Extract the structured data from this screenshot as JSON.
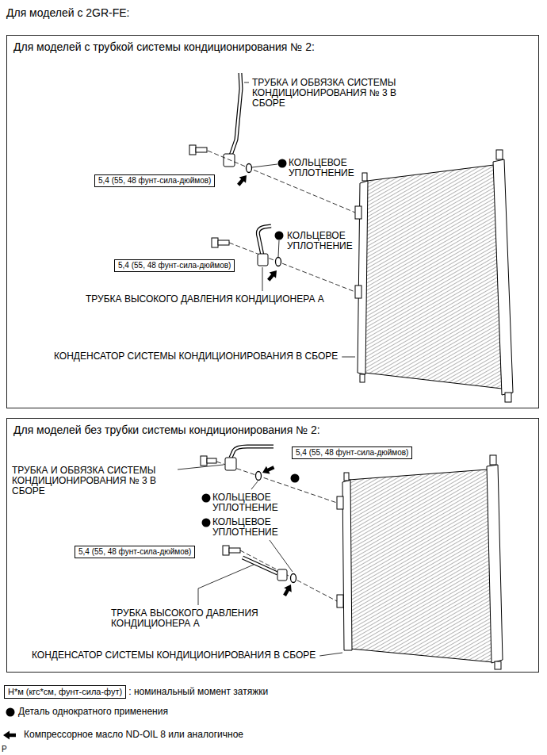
{
  "diagram": {
    "title": "Для моделей с 2GR-FE:",
    "nodes": [
      {
        "text": [
          "Для моделей с трубкой системы кондиционирования № 2:"
        ]
      },
      {
        "text": [
          "5,4 (55, 48 фунт-сила-дюймов)"
        ],
        "in": 0
      },
      {
        "text": [
          "5,4 (55, 48 фунт-сила-дюймов)"
        ],
        "in": 0
      },
      {
        "text": [
          "Для моделей без трубки системы кондиционирования № 2:"
        ]
      },
      {
        "text": [
          "5,4 (55, 48 фунт-сила-дюймов)"
        ],
        "in": 3
      },
      {
        "text": [
          "5,4 (55, 48 фунт-сила-дюймов)"
        ],
        "in": 3
      },
      {
        "text": [
          "Н*м (кгс*см, фунт-сила-фут)"
        ]
      }
    ],
    "labels": [
      "ТРУБКА И ОБВЯЗКА СИСТЕМЫ КОНДИЦИОНИРОВАНИЯ № 3 В СБОРЕ",
      "КОЛЬЦЕВОЕ УПЛОТНЕНИЕ",
      "КОЛЬЦЕВОЕ УПЛОТНЕНИЕ",
      "ТРУБКА ВЫСОКОГО ДАВЛЕНИЯ КОНДИЦИОНЕРА А",
      "КОНДЕНСАТОР СИСТЕМЫ КОНДИЦИОНИРОВАНИЯ В СБОРЕ",
      "ТРУБКА И ОБВЯЗКА СИСТЕМЫ КОНДИЦИОНИРОВАНИЯ № 3 В СБОРЕ",
      "КОЛЬЦЕВОЕ УПЛОТНЕНИЕ",
      "КОЛЬЦЕВОЕ УПЛОТНЕНИЕ",
      "ТРУБКА ВЫСОКОГО ДАВЛЕНИЯ КОНДИЦИОНЕРА А",
      "КОНДЕНСАТОР СИСТЕМЫ КОНДИЦИОНИРОВАНИЯ В СБОРЕ",
      "P"
    ],
    "legend": [
      {
        "text": ": номинальный момент затяжки"
      },
      {
        "text": "Деталь однократного применения"
      },
      {
        "text": "Компрессорное масло ND-OIL 8 или аналогичное"
      }
    ]
  }
}
